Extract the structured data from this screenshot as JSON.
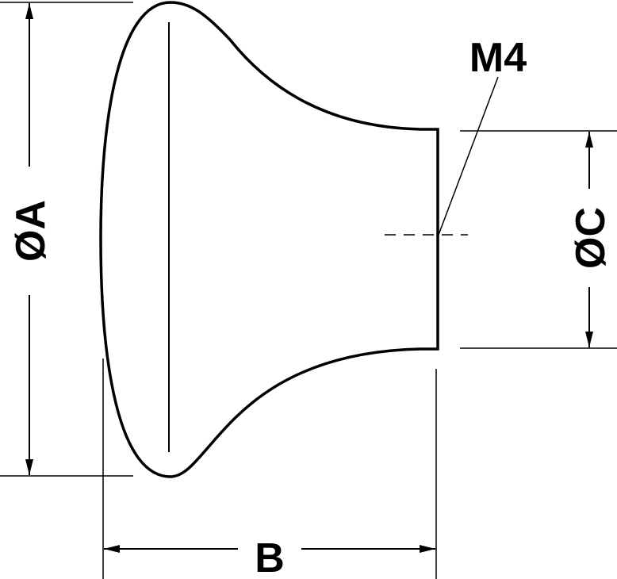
{
  "labels": {
    "dim_a": "ØA",
    "dim_b": "B",
    "dim_c": "ØC",
    "thread": "M4"
  },
  "colors": {
    "stroke": "#000000",
    "background": "#ffffff"
  }
}
